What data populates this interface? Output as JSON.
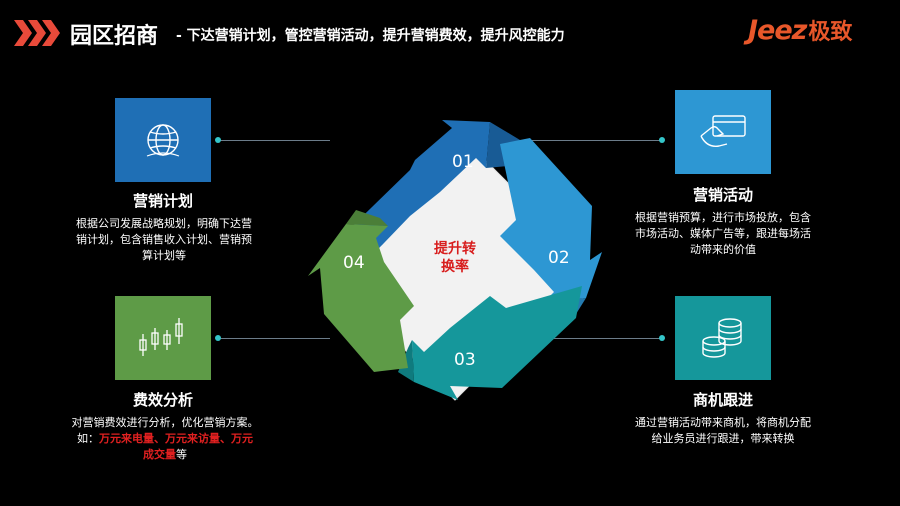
{
  "header": {
    "title": "园区招商",
    "subtitle": "- 下达营销计划，管控营销活动，提升营销费效，提升风控能力",
    "logo_text": "Jeez",
    "logo_cn": "极致"
  },
  "center": {
    "line1": "提升转",
    "line2": "换率"
  },
  "steps": [
    {
      "num": "01"
    },
    {
      "num": "02"
    },
    {
      "num": "03"
    },
    {
      "num": "04"
    }
  ],
  "sections": {
    "plan": {
      "title": "营销计划",
      "desc1": "根据公司发展战略规划，明确下达营",
      "desc2": "销计划，包含销售收入计划、营销预",
      "desc3": "算计划等"
    },
    "activity": {
      "title": "营销活动",
      "desc1": "根据营销预算，进行市场投放，包含",
      "desc2": "市场活动、媒体广告等，跟进每场活",
      "desc3": "动带来的价值"
    },
    "efficiency": {
      "title": "费效分析",
      "desc1": "对营销费效进行分析，优化营销方案。",
      "desc2_prefix": "如：",
      "desc2_highlight": "万元来电量、万元来访量、万元",
      "desc3_highlight": "成交量",
      "desc3_suffix": "等"
    },
    "followup": {
      "title": "商机跟进",
      "desc1": "通过营销活动带来商机，将商机分配",
      "desc2": "给业务员进行跟进，带来转换"
    }
  },
  "colors": {
    "blue": "#1f6fb5",
    "light_blue": "#2d97d3",
    "green": "#5e9b47",
    "teal": "#15979b",
    "accent_red": "#d81e1e",
    "logo_orange": "#e8572a"
  }
}
